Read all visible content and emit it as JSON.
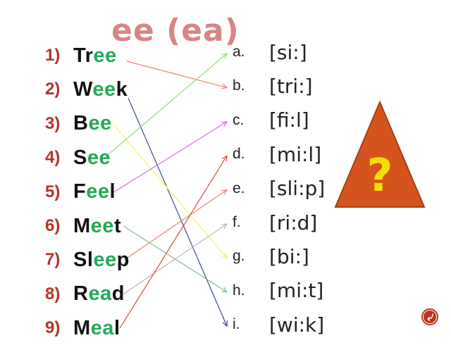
{
  "title": {
    "text": "ee (ea)",
    "color": "#d88585"
  },
  "colors": {
    "number": "#b5342a",
    "highlight": "#22aa55",
    "text": "#111111",
    "triangle_fill": "#d4541e",
    "triangle_stroke": "#a63e14",
    "question_mark": "#f7e000",
    "nav_button": "#c0321c"
  },
  "words": [
    {
      "num": "1)",
      "parts": [
        {
          "t": "Tr",
          "hl": false
        },
        {
          "t": "ee",
          "hl": true
        }
      ]
    },
    {
      "num": "2)",
      "parts": [
        {
          "t": "W",
          "hl": false
        },
        {
          "t": "ee",
          "hl": true
        },
        {
          "t": "k",
          "hl": false
        }
      ]
    },
    {
      "num": "3)",
      "parts": [
        {
          "t": "B",
          "hl": false
        },
        {
          "t": "ee",
          "hl": true
        }
      ]
    },
    {
      "num": "4)",
      "parts": [
        {
          "t": "S",
          "hl": false
        },
        {
          "t": "ee",
          "hl": true
        }
      ]
    },
    {
      "num": "5)",
      "parts": [
        {
          "t": "F",
          "hl": false
        },
        {
          "t": "ee",
          "hl": true
        },
        {
          "t": "l",
          "hl": false
        }
      ]
    },
    {
      "num": "6)",
      "parts": [
        {
          "t": "M",
          "hl": false
        },
        {
          "t": "ee",
          "hl": true
        },
        {
          "t": "t",
          "hl": false
        }
      ]
    },
    {
      "num": "7)",
      "parts": [
        {
          "t": "Sl",
          "hl": false
        },
        {
          "t": "ee",
          "hl": true
        },
        {
          "t": "p",
          "hl": false
        }
      ]
    },
    {
      "num": "8)",
      "parts": [
        {
          "t": "R",
          "hl": false
        },
        {
          "t": "ea",
          "hl": true
        },
        {
          "t": "d",
          "hl": false
        }
      ]
    },
    {
      "num": "9)",
      "parts": [
        {
          "t": "M",
          "hl": false
        },
        {
          "t": "ea",
          "hl": true
        },
        {
          "t": "l",
          "hl": false
        }
      ]
    }
  ],
  "transcriptions": [
    {
      "letter": "a.",
      "text": "[si:]"
    },
    {
      "letter": "b.",
      "text": "[tri:]"
    },
    {
      "letter": "c.",
      "text": "[fi:l]"
    },
    {
      "letter": "d.",
      "text": "[mi:l]"
    },
    {
      "letter": "e.",
      "text": "[sli:p]"
    },
    {
      "letter": "f.",
      "text": "[ri:d]"
    },
    {
      "letter": "g.",
      "text": "[bi:]"
    },
    {
      "letter": "h.",
      "text": "[mi:t]"
    },
    {
      "letter": "i.",
      "text": "[wi:k]"
    }
  ],
  "connections": [
    {
      "from_word": 1,
      "to_letter": "b",
      "color": "#e8866a"
    },
    {
      "from_word": 2,
      "to_letter": "i",
      "color": "#3a4f8c"
    },
    {
      "from_word": 3,
      "to_letter": "g",
      "color": "#f2f266"
    },
    {
      "from_word": 4,
      "to_letter": "a",
      "color": "#8fe070"
    },
    {
      "from_word": 5,
      "to_letter": "c",
      "color": "#d86fd8"
    },
    {
      "from_word": 6,
      "to_letter": "h",
      "color": "#7fbf9a"
    },
    {
      "from_word": 7,
      "to_letter": "e",
      "color": "#e8866a"
    },
    {
      "from_word": 8,
      "to_letter": "f",
      "color": "#b8b8b8"
    },
    {
      "from_word": 9,
      "to_letter": "d",
      "color": "#e04a3a"
    }
  ],
  "overlay": {
    "symbol": "?",
    "shape": "triangle"
  },
  "nav": {
    "icon": "return-arrow-icon"
  }
}
